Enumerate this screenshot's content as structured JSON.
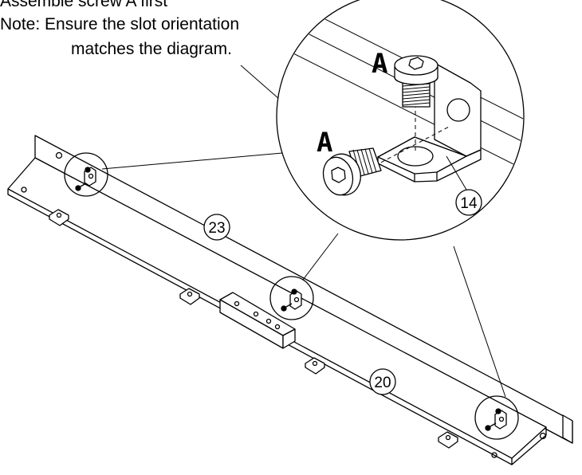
{
  "instructions": {
    "line1": "Assemble screw A first",
    "line2": "Note: Ensure the slot orientation",
    "line3": "matches the diagram."
  },
  "labels": {
    "screw_a_upper": "A",
    "screw_a_lower": "A",
    "part_bracket": "14",
    "part_rail": "23",
    "part_panel": "20"
  }
}
